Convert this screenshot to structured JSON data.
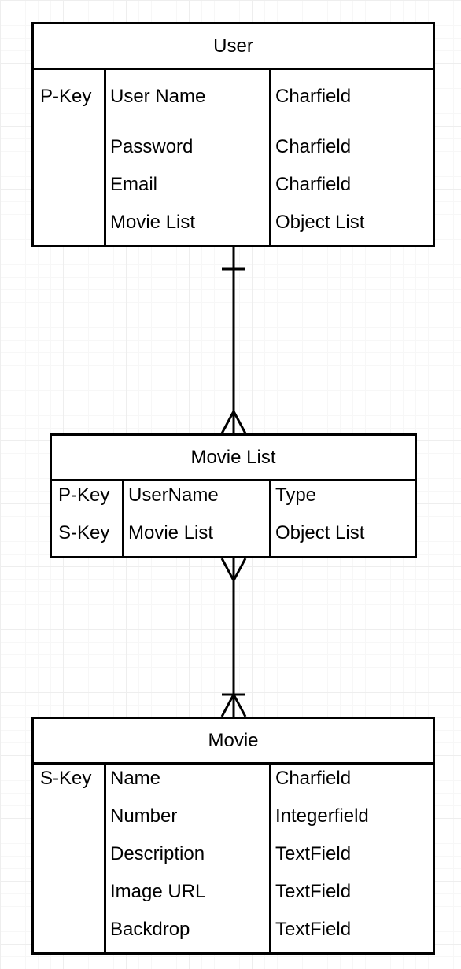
{
  "entities": {
    "user": {
      "title": "User",
      "keys": [
        "P-Key"
      ],
      "fields": [
        "User Name",
        "Password",
        "Email",
        "Movie List"
      ],
      "types": [
        "Charfield",
        "Charfield",
        "Charfield",
        "Object List"
      ]
    },
    "movie_list": {
      "title": "Movie List",
      "keys": [
        "P-Key",
        "S-Key"
      ],
      "fields": [
        "UserName",
        "Movie List"
      ],
      "types": [
        "Type",
        "Object List"
      ]
    },
    "movie": {
      "title": "Movie",
      "keys": [
        "S-Key"
      ],
      "fields": [
        "Name",
        "Number",
        "Description",
        "Image URL",
        "Backdrop"
      ],
      "types": [
        "Charfield",
        "Integerfield",
        "TextField",
        "TextField",
        "TextField"
      ]
    }
  },
  "relationships": [
    {
      "from": "user",
      "to": "movie_list",
      "from_end": "one",
      "to_end": "many"
    },
    {
      "from": "movie_list",
      "to": "movie",
      "from_end": "many",
      "to_end": "one-or-many"
    }
  ],
  "colors": {
    "line": "#000000",
    "background": "#ffffff",
    "grid": "#eeeeee"
  }
}
